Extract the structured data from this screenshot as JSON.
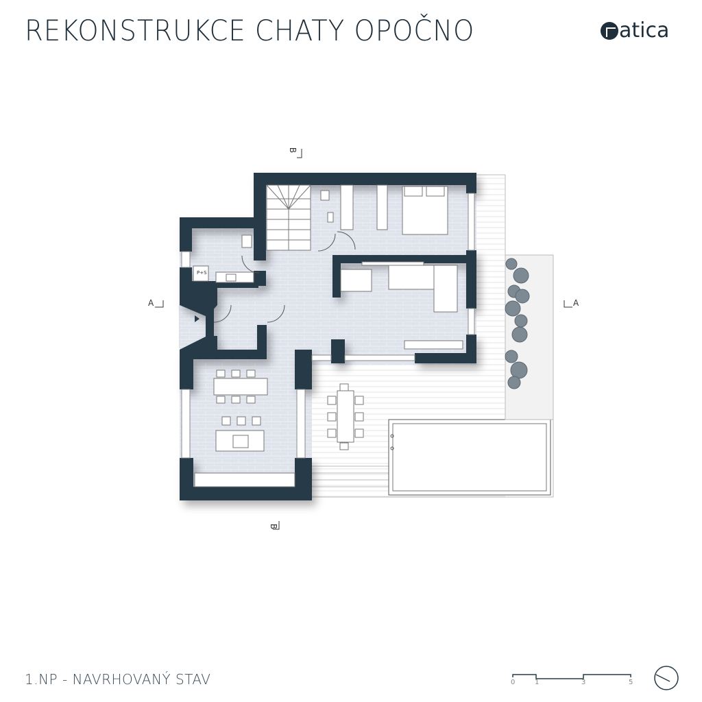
{
  "header": {
    "title": "REKONSTRUKCE CHATY OPOČNO",
    "logo_text": "atica"
  },
  "footer": {
    "subtitle": "1.NP - NAVRHOVANÝ STAV",
    "scale_labels": [
      "0",
      "1",
      "3",
      "5"
    ]
  },
  "section_marks": {
    "a_left": "A",
    "a_right": "A",
    "b_top": "B",
    "b_bottom": "B"
  },
  "plan": {
    "laundry_label": "P+S"
  },
  "colors": {
    "wall": "#263a47",
    "floor": "#dfe3ec",
    "text": "#1e2e3a"
  }
}
